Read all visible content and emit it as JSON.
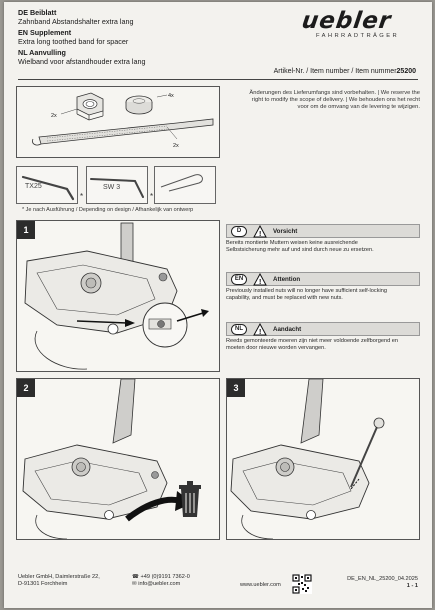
{
  "header": {
    "de": {
      "code": "DE Beiblatt",
      "title": "Zahnband Abstandshalter extra lang"
    },
    "en": {
      "code": "EN Supplement",
      "title": "Extra long toothed band for spacer"
    },
    "nl": {
      "code": "NL Aanvulling",
      "title": "Wielband voor afstandhouder extra lang"
    }
  },
  "logo": {
    "word": "uebler",
    "sub": "FAHRRADTRÄGER"
  },
  "article": {
    "label": "Artikel-Nr. / Item number / Item nummer",
    "number": "25200"
  },
  "parts": {
    "nut_qty": "2x",
    "cap_qty": "4x",
    "band_qty": "2x"
  },
  "scope_note": {
    "line1": "Änderungen des Lieferumfangs sind vorbehalten. | We reserve the",
    "line2": "right to modify the scope of delivery. | We behouden ons het recht",
    "line3": "voor om de omvang van de levering te wijzigen."
  },
  "tools": {
    "torx": "TX25",
    "wrench": "SW 3",
    "star": "*"
  },
  "design_note": "* Je nach Ausführung / Depending on design / Afhankelijk van ontwerp",
  "steps": {
    "s1": "1",
    "s2": "2",
    "s3": "3"
  },
  "warnings": [
    {
      "lang": "D",
      "title": "Vorsicht",
      "text1": "Bereits montierte Muttern weisen keine ausreichende",
      "text2": "Selbstsicherung mehr auf und sind durch neue zu ersetzen."
    },
    {
      "lang": "EN",
      "title": "Attention",
      "text1": "Previously installed nuts will no longer have sufficient self-locking",
      "text2": "capability, and must be replaced with new nuts."
    },
    {
      "lang": "NL",
      "title": "Aandacht",
      "text1": "Reeds gemonteerde moeren zijn niet meer voldoende zelfborgend en",
      "text2": "moeten door nieuwe worden vervangen."
    }
  ],
  "footer": {
    "company1": "Uebler GmbH, Daimlerstraße 22,",
    "company2": "D-91301 Forchheim",
    "phone": "+49 (0)9191 7362-0",
    "email": "info@uebler.com",
    "web": "www.uebler.com",
    "doc": "DE_EN_NL_25200_04.2025",
    "page": "1 - 1"
  },
  "colors": {
    "paper": "#f3f2ee",
    "ink": "#1c1c1c",
    "warn_bg": "#dcdbd7"
  }
}
